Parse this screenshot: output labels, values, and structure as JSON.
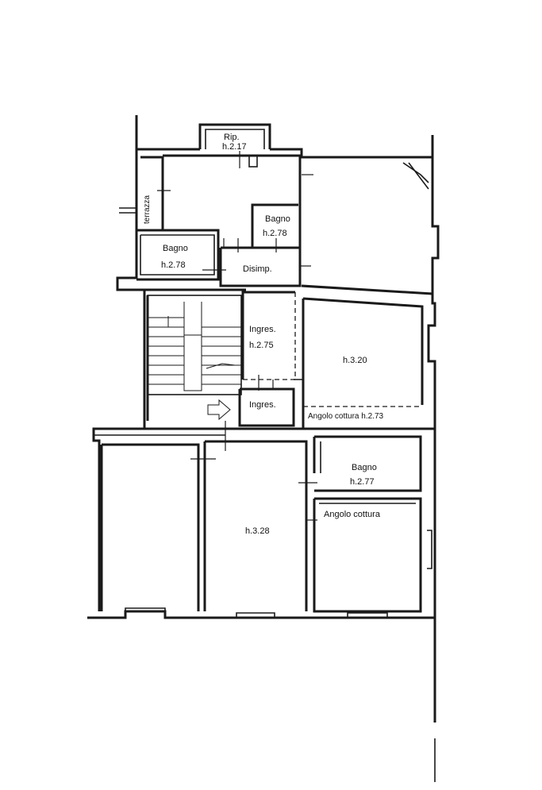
{
  "rooms": {
    "rip_name": "Rip.",
    "rip_height": "h.2.17",
    "terrazza": "terrazza",
    "bagno_top_name": "Bagno",
    "bagno_top_height": "h.2.78",
    "bagno_left_name": "Bagno",
    "bagno_left_height": "h.2.78",
    "disimp": "Disimp.",
    "ingres_name": "Ingres.",
    "ingres_height": "h.2.75",
    "ingres_small": "Ingres.",
    "right_room_height": "h.3.20",
    "angolo_cottura_top": "Angolo cottura h.2.73",
    "bagno_bottom_name": "Bagno",
    "bagno_bottom_height": "h.2.77",
    "angolo_cottura_bottom": "Angolo cottura",
    "center_room_height": "h.3.28"
  }
}
